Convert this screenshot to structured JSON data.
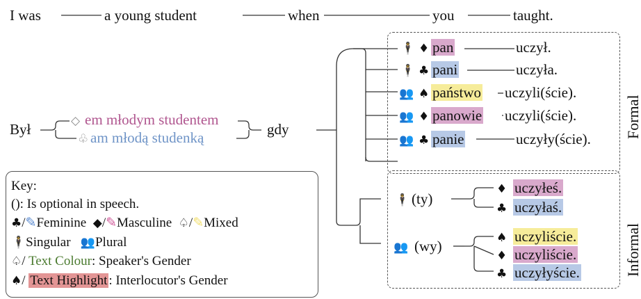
{
  "english": {
    "w1": "I was",
    "w2": "a young student",
    "w3": "when",
    "w4": "you",
    "w5": "taught."
  },
  "polish": {
    "byl": "Był",
    "masc_sym": "◇",
    "masc_text": "em młodym studentem",
    "fem_sym": "♧",
    "fem_text": "am młodą studenką",
    "gdy": "gdy"
  },
  "formal": {
    "label": "Formal",
    "rows": [
      {
        "person": "singular",
        "sym": "♦",
        "pronoun": "pan",
        "verb": "uczył."
      },
      {
        "person": "singular",
        "sym": "♣",
        "pronoun": "pani",
        "verb": "uczyła."
      },
      {
        "person": "plural",
        "sym": "♠",
        "pronoun": "państwo",
        "verb": "uczyli(ście)."
      },
      {
        "person": "plural",
        "sym": "♦",
        "pronoun": "panowie",
        "verb": "uczyli(ście)."
      },
      {
        "person": "plural",
        "sym": "♣",
        "pronoun": "panie",
        "verb": "uczyły(ście)."
      }
    ]
  },
  "informal": {
    "label": "Informal",
    "ty": "(ty)",
    "wy": "(wy)",
    "ty_rows": [
      {
        "sym": "♦",
        "verb": "uczyłeś."
      },
      {
        "sym": "♣",
        "verb": "uczyłaś."
      }
    ],
    "wy_rows": [
      {
        "sym": "♠",
        "verb": "uczyliście."
      },
      {
        "sym": "♦",
        "verb": "uczyliście."
      },
      {
        "sym": "♣",
        "verb": "uczyłyście."
      }
    ]
  },
  "key": {
    "title": "Key:",
    "optional": "(): Is optional in speech.",
    "feminine": "Feminine",
    "masculine": "Masculine",
    "mixed": "Mixed",
    "singular": "Singular",
    "plural": "Plural",
    "text_colour": "Text Colour",
    "text_colour_desc": ": Speaker's Gender",
    "text_highlight": "Text Highlight",
    "text_highlight_desc": ": Interlocutor's Gender"
  },
  "colors": {
    "masc_text": "#b0568f",
    "fem_text": "#6f94c7",
    "masc_hl": "#d9a9cc",
    "fem_hl": "#b7c9e6",
    "mixed_hl": "#f6ec9a",
    "key_green": "#4a7a2e",
    "key_red": "#e39595"
  }
}
